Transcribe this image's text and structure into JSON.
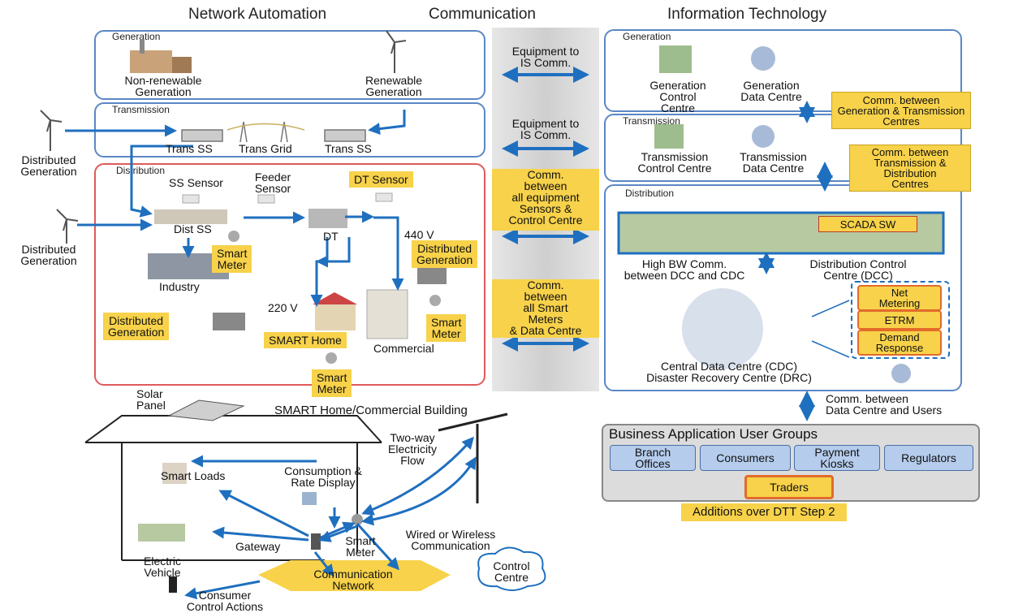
{
  "headers": {
    "network_automation": "Network Automation",
    "communication": "Communication",
    "information_technology": "Information Technology"
  },
  "na": {
    "generation": {
      "title": "Generation",
      "non_renewable": "Non-renewable\nGeneration",
      "renewable": "Renewable\nGeneration"
    },
    "transmission": {
      "title": "Transmission",
      "trans_ss_1": "Trans SS",
      "trans_grid": "Trans Grid",
      "trans_ss_2": "Trans SS"
    },
    "distributed_generation_1": "Distributed\nGeneration",
    "distributed_generation_2": "Distributed\nGeneration",
    "distribution": {
      "title": "Distribution",
      "ss_sensor": "SS Sensor",
      "feeder_sensor": "Feeder\nSensor",
      "dt_sensor": "DT Sensor",
      "dist_ss": "Dist SS",
      "dt": "DT",
      "v440": "440 V",
      "smart_meter_1": "Smart\nMeter",
      "industry": "Industry",
      "distributed_generation_a": "Distributed\nGeneration",
      "distributed_generation_b": "Distributed\nGeneration",
      "v220": "220 V",
      "smart_home": "SMART Home",
      "commercial": "Commercial",
      "smart_meter_2": "Smart\nMeter",
      "smart_meter_3": "Smart\nMeter"
    }
  },
  "comm": {
    "eq_is_1": "Equipment to\nIS Comm.",
    "eq_is_2": "Equipment to\nIS Comm.",
    "sensors": "Comm.\nbetween\nall equipment\nSensors &\nControl Centre",
    "meters": "Comm.\nbetween\nall Smart\nMeters\n& Data Centre"
  },
  "it": {
    "generation": {
      "title": "Generation",
      "control": "Generation\nControl Centre",
      "data": "Generation\nData Centre"
    },
    "comm_gen_trans": "Comm. between\nGeneration & Transmission\nCentres",
    "transmission": {
      "title": "Transmission",
      "control": "Transmission\nControl Centre",
      "data": "Transmission\nData Centre"
    },
    "comm_trans_dist": "Comm. between\nTransmission &\nDistribution\nCentres",
    "distribution": {
      "title": "Distribution",
      "scada": "SCADA SW",
      "high_bw": "High BW Comm.\nbetween DCC and CDC",
      "dcc": "Distribution Control\nCentre (DCC)",
      "net_metering": "Net\nMetering",
      "etrm": "ETRM",
      "demand_response": "Demand\nResponse",
      "cdc": "Central Data Centre (CDC)\nDisaster Recovery Centre (DRC)"
    },
    "comm_dc_users": "Comm. between\nData Centre and Users"
  },
  "business": {
    "title": "Business Application User Groups",
    "groups": [
      "Branch\nOffices",
      "Consumers",
      "Payment\nKiosks",
      "Regulators"
    ],
    "traders": "Traders",
    "footer": "Additions over DTT Step 2"
  },
  "home": {
    "solar_panel": "Solar\nPanel",
    "title": "SMART Home/Commercial Building",
    "two_way": "Two-way\nElectricity\nFlow",
    "smart_loads": "Smart Loads",
    "consumption": "Consumption &\nRate Display",
    "gateway": "Gateway",
    "smart_meter": "Smart\nMeter",
    "wired": "Wired or Wireless\nCommunication",
    "electric_vehicle": "Electric\nVehicle",
    "comm_network": "Communication\nNetwork",
    "control_centre": "Control\nCentre",
    "consumer_actions": "Consumer\nControl Actions"
  },
  "colors": {
    "panel_border": "#5b87c5",
    "dist_border": "#e05a5a",
    "arrow": "#1f6fbf",
    "highlight": "#f7d24a",
    "center_band": "#d9d9d9"
  }
}
